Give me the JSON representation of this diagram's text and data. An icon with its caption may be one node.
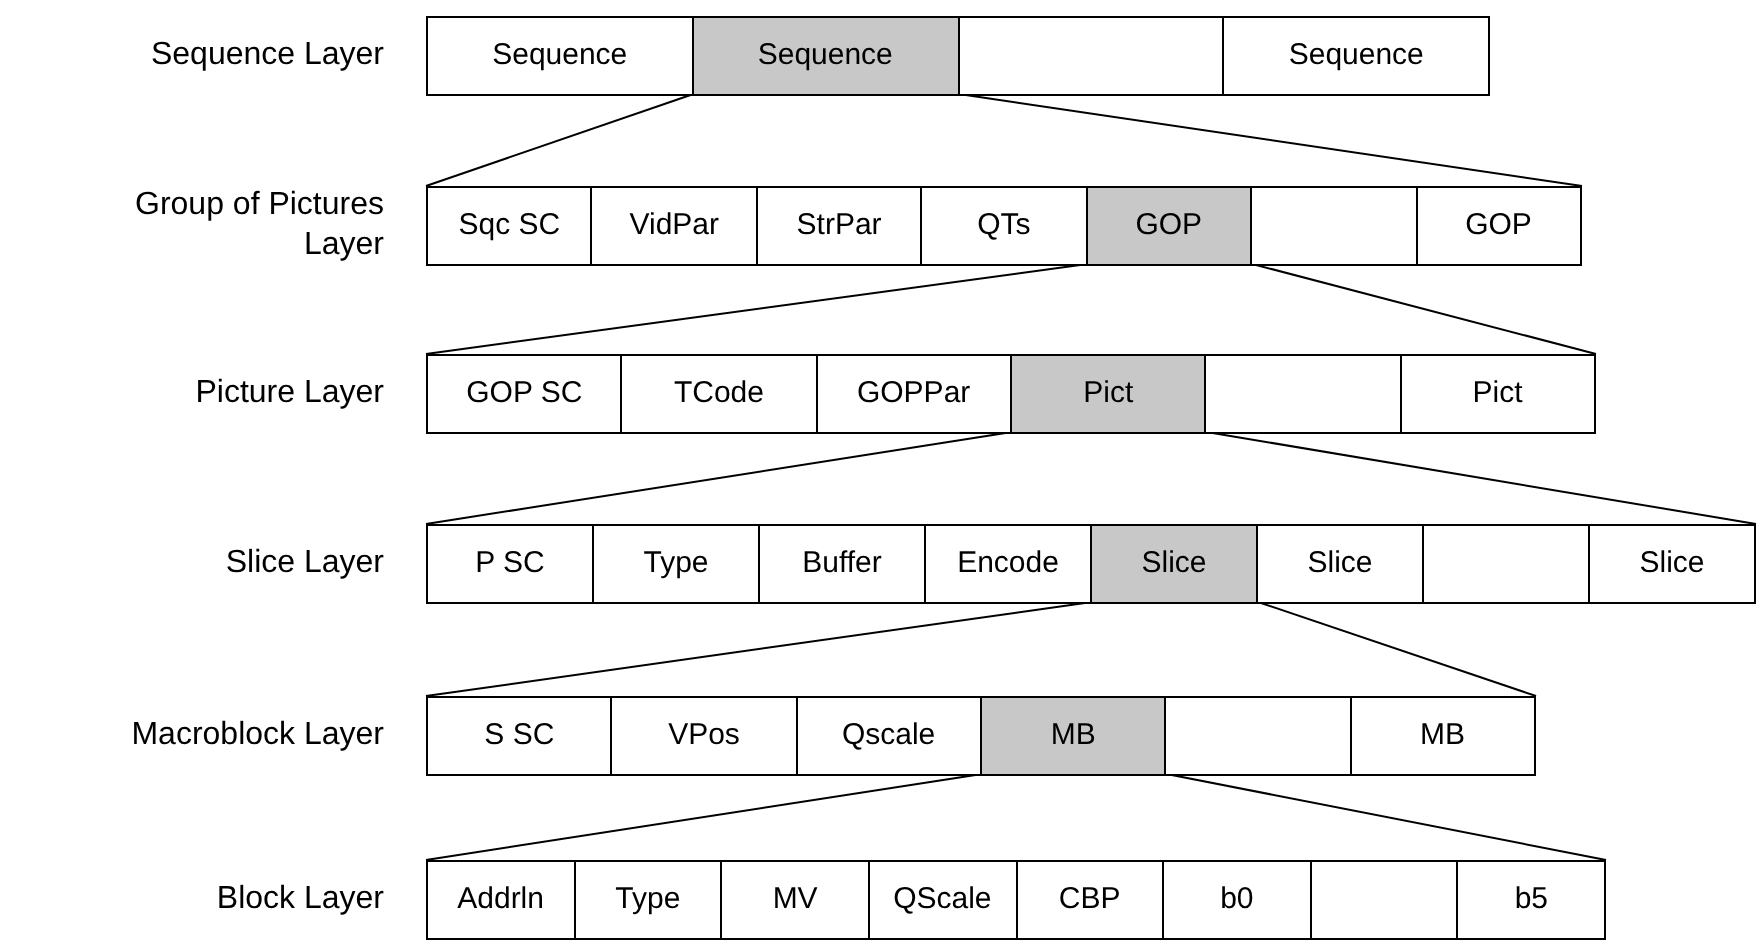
{
  "diagram": {
    "nodes": [
      {
        "text": [],
        "shape": "bar",
        "beside": [
          "Sequence Layer"
        ]
      },
      {
        "text": [
          "Sequence"
        ],
        "in": 0
      },
      {
        "text": [
          "Sequence"
        ],
        "in": 0
      },
      {
        "text": [],
        "shape": "box",
        "in": 0
      },
      {
        "text": [
          "Sequence"
        ],
        "in": 0
      },
      {
        "text": [],
        "shape": "bar",
        "beside": [
          "Group of Pictures Layer"
        ]
      },
      {
        "text": [
          "Sqc SC"
        ],
        "in": 5
      },
      {
        "text": [
          "VidPar"
        ],
        "in": 5
      },
      {
        "text": [
          "StrPar"
        ],
        "in": 5
      },
      {
        "text": [
          "QTs"
        ],
        "in": 5
      },
      {
        "text": [
          "GOP"
        ],
        "in": 5
      },
      {
        "text": [],
        "shape": "box",
        "in": 5
      },
      {
        "text": [
          "GOP"
        ],
        "in": 5
      },
      {
        "text": [],
        "shape": "bar",
        "beside": [
          "Picture Layer"
        ]
      },
      {
        "text": [
          "GOP SC"
        ],
        "in": 13
      },
      {
        "text": [
          "TCode"
        ],
        "in": 13
      },
      {
        "text": [
          "GOPPar"
        ],
        "in": 13
      },
      {
        "text": [
          "Pict"
        ],
        "in": 13
      },
      {
        "text": [],
        "shape": "box",
        "in": 13
      },
      {
        "text": [
          "Pict"
        ],
        "in": 13
      },
      {
        "text": [],
        "shape": "bar",
        "beside": [
          "Slice Layer"
        ]
      },
      {
        "text": [
          "P SC"
        ],
        "in": 20
      },
      {
        "text": [
          "Type"
        ],
        "in": 20
      },
      {
        "text": [
          "Buffer"
        ],
        "in": 20
      },
      {
        "text": [
          "Encode"
        ],
        "in": 20
      },
      {
        "text": [
          "Slice"
        ],
        "in": 20
      },
      {
        "text": [
          "Slice"
        ],
        "in": 20
      },
      {
        "text": [],
        "shape": "box",
        "in": 20
      },
      {
        "text": [
          "Slice"
        ],
        "in": 20
      },
      {
        "text": [],
        "shape": "bar",
        "beside": [
          "Macroblock Layer"
        ]
      },
      {
        "text": [
          "S SC"
        ],
        "in": 29
      },
      {
        "text": [
          "VPos"
        ],
        "in": 29
      },
      {
        "text": [
          "Qscale"
        ],
        "in": 29
      },
      {
        "text": [
          "MB"
        ],
        "in": 29
      },
      {
        "text": [],
        "shape": "box",
        "in": 29
      },
      {
        "text": [
          "MB"
        ],
        "in": 29
      },
      {
        "text": [],
        "shape": "bar",
        "beside": [
          "Block Layer"
        ]
      },
      {
        "text": [
          "Addrln"
        ],
        "in": 36
      },
      {
        "text": [
          "Type"
        ],
        "in": 36
      },
      {
        "text": [
          "MV"
        ],
        "in": 36
      },
      {
        "text": [
          "QScale"
        ],
        "in": 36
      },
      {
        "text": [
          "CBP"
        ],
        "in": 36
      },
      {
        "text": [
          "b0"
        ],
        "in": 36
      },
      {
        "text": [],
        "shape": "box",
        "in": 36
      },
      {
        "text": [
          "b5"
        ],
        "in": 36
      }
    ],
    "edges": [
      {
        "from": 2,
        "to": 5,
        "arrow": "none"
      },
      {
        "from": 2,
        "to": 5,
        "arrow": "none"
      },
      {
        "from": 10,
        "to": 13,
        "arrow": "none"
      },
      {
        "from": 10,
        "to": 13,
        "arrow": "none"
      },
      {
        "from": 17,
        "to": 20,
        "arrow": "none"
      },
      {
        "from": 17,
        "to": 20,
        "arrow": "none"
      },
      {
        "from": 25,
        "to": 29,
        "arrow": "none"
      },
      {
        "from": 25,
        "to": 29,
        "arrow": "none"
      },
      {
        "from": 33,
        "to": 36,
        "arrow": "none"
      },
      {
        "from": 33,
        "to": 36,
        "arrow": "none"
      }
    ]
  }
}
